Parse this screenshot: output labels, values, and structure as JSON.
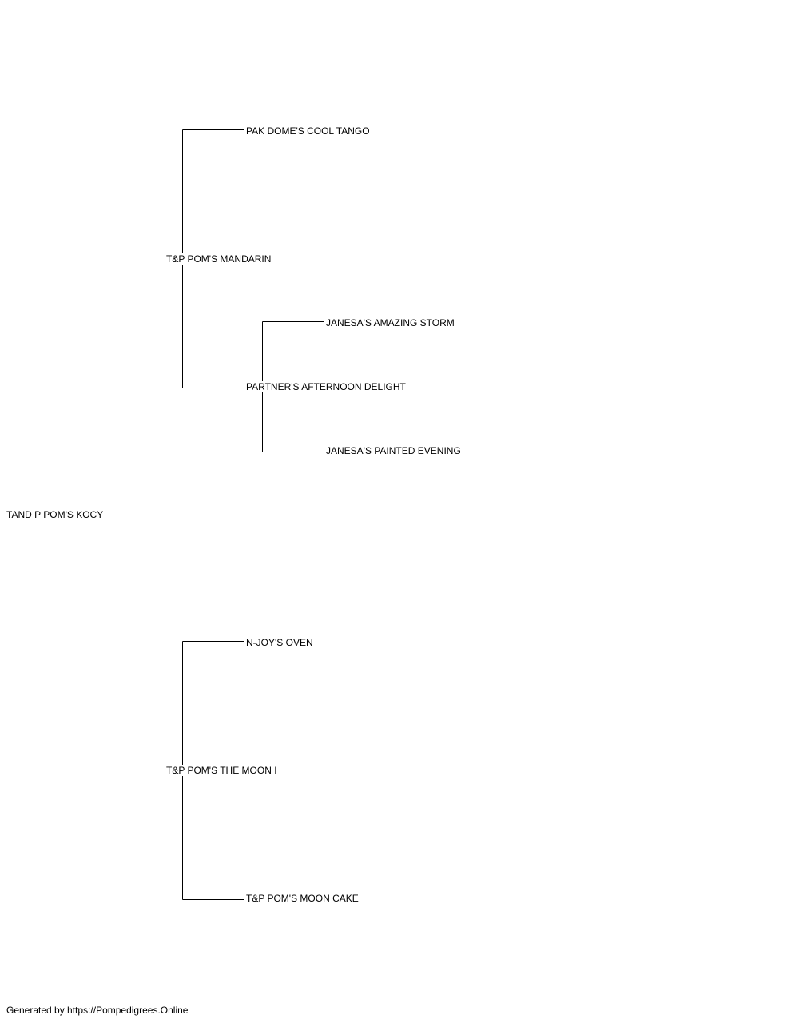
{
  "pedigree": {
    "subject": "TAND P POM'S KOCY",
    "sire": {
      "name": "T&P POM'S MANDARIN",
      "sire": {
        "name": "PAK DOME'S COOL TANGO"
      },
      "dam": {
        "name": "PARTNER'S AFTERNOON DELIGHT",
        "sire": {
          "name": "JANESA'S AMAZING STORM"
        },
        "dam": {
          "name": "JANESA'S PAINTED EVENING"
        }
      }
    },
    "dam": {
      "name": "T&P POM'S THE MOON I",
      "sire": {
        "name": "N-JOY'S OVEN"
      },
      "dam": {
        "name": "T&P POM'S MOON CAKE"
      }
    }
  },
  "footer": {
    "text": "Generated by https://Pompedigrees.Online"
  }
}
